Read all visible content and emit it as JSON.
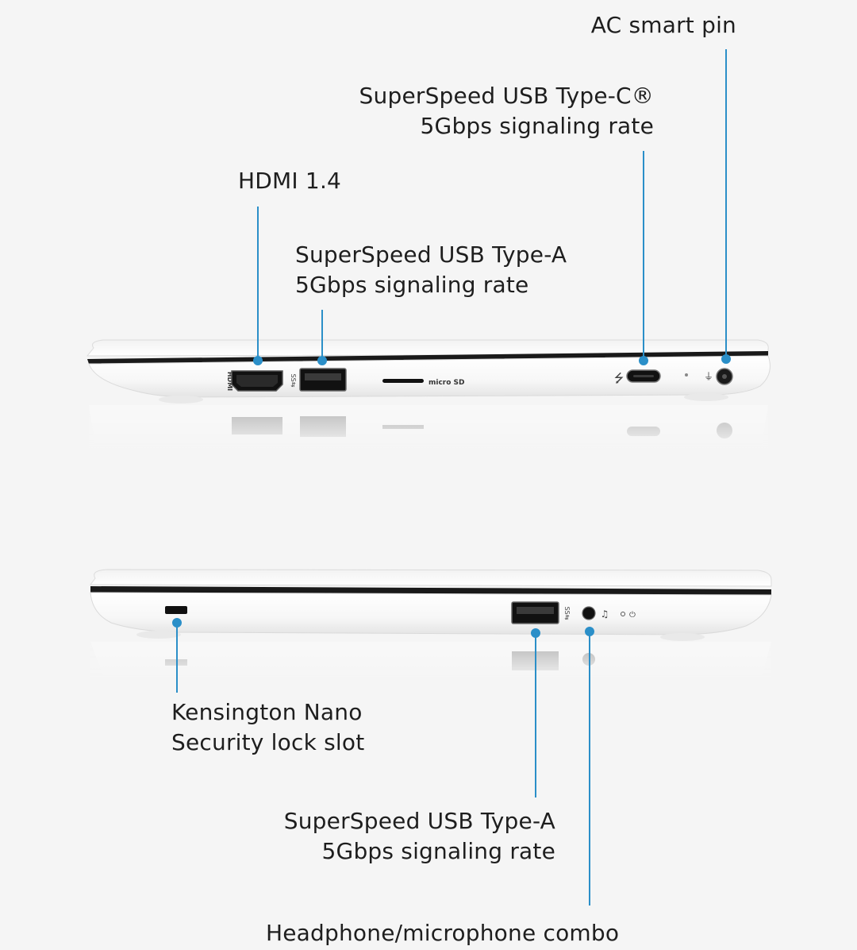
{
  "colors": {
    "accent": "#2b8fc8",
    "background": "#f5f5f5",
    "chassis": "#ffffff",
    "bezel": "#1a1a1a",
    "text": "#1e1e1e"
  },
  "labels": {
    "ac_smart_pin": {
      "line1": "AC smart pin"
    },
    "usb_c": {
      "line1": "SuperSpeed USB Type-C®",
      "line2": "5Gbps signaling rate"
    },
    "hdmi": {
      "line1": "HDMI 1.4"
    },
    "usb_a_left": {
      "line1": "SuperSpeed USB Type-A",
      "line2": "5Gbps signaling rate"
    },
    "kensington": {
      "line1": "Kensington Nano",
      "line2": "Security lock slot"
    },
    "usb_a_right": {
      "line1": "SuperSpeed USB Type-A",
      "line2": "5Gbps signaling rate"
    },
    "headphone": {
      "line1": "Headphone/microphone combo"
    }
  },
  "port_marks": {
    "hdmi_logo": "HDMI",
    "microsd_logo": "micro SD"
  }
}
